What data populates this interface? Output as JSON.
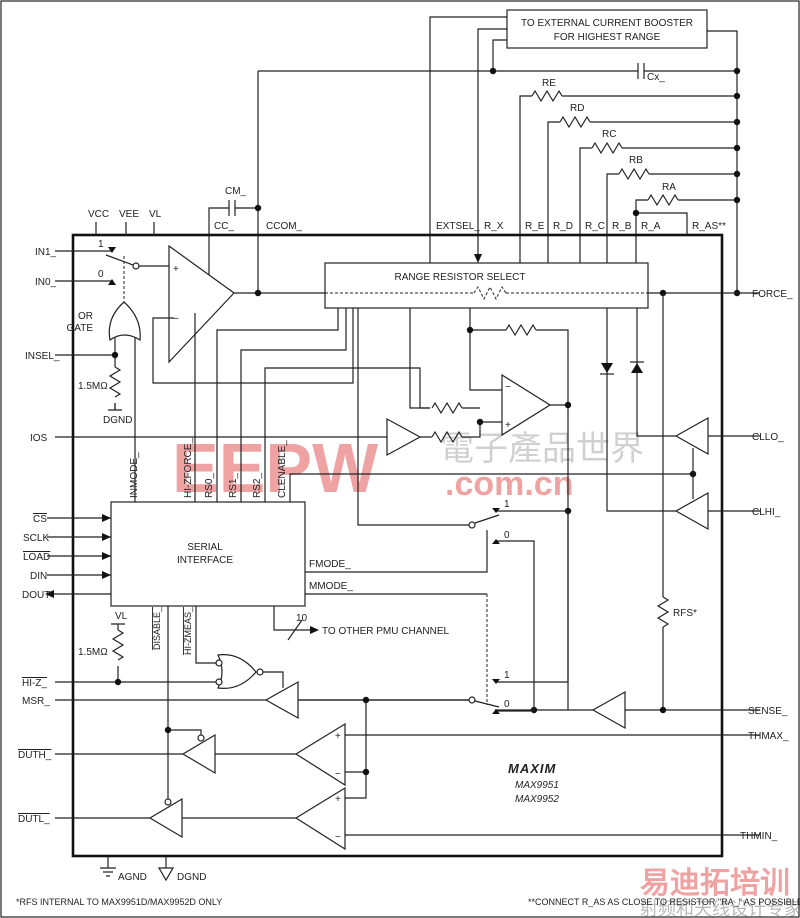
{
  "booster": {
    "line1": "TO EXTERNAL CURRENT BOOSTER",
    "line2": "FOR HIGHEST RANGE"
  },
  "external_components": {
    "cx": "Cx_",
    "re": "RE",
    "rd": "RD",
    "rc": "RC",
    "rb": "RB",
    "ra": "RA",
    "cm": "CM_"
  },
  "top_pins": {
    "vcc": "VCC",
    "vee": "VEE",
    "vl": "VL",
    "cc": "CC_",
    "ccom": "CCOM_",
    "extsel": "EXTSEL_",
    "rx": "R_X",
    "re": "R_E",
    "rd": "R_D",
    "rc": "R_C",
    "rb": "R_B",
    "ra": "R_A",
    "ras": "R_AS**"
  },
  "left_pins": {
    "in1": "IN1_",
    "in0": "IN0_",
    "insel": "INSEL_",
    "ios": "IOS",
    "cs": "CS",
    "sclk": "SCLK",
    "load": "LOAD",
    "din": "DIN",
    "dout": "DOUT",
    "hiz": "HI-Z_",
    "msr": "MSR_",
    "duth": "DUTH_",
    "dutl": "DUTL_"
  },
  "right_pins": {
    "force": "FORCE_",
    "cllo": "CLLO_",
    "clhi": "CLHI_",
    "sense": "SENSE_",
    "thmax": "THMAX_",
    "thmin": "THMIN_"
  },
  "bottom_pins": {
    "agnd": "AGND",
    "dgnd": "DGND"
  },
  "internal": {
    "range_select": "RANGE RESISTOR SELECT",
    "or_gate": [
      "OR",
      "GATE"
    ],
    "res_1m5": "1.5MΩ",
    "dgnd": "DGND",
    "switch_1": "1",
    "switch_0": "0",
    "serial": [
      "SERIAL",
      "INTERFACE"
    ],
    "vertical_signals": [
      "INMODE_",
      "HI-ZFORCE_",
      "RS0_",
      "RS1_",
      "RS2_",
      "CLENABLE_"
    ],
    "fmode": "FMODE_",
    "mmode": "MMODE_",
    "bus_width": "10",
    "other_pmu": "TO OTHER PMU CHANNEL",
    "disable": "DISABLE_",
    "hizmeas": "HI-ZMEAS_",
    "vl": "VL",
    "rfs": "RFS*",
    "plus": "+",
    "minus": "−"
  },
  "brand": {
    "logo": "MAXIM",
    "part1": "MAX9951",
    "part2": "MAX9952"
  },
  "footnotes": {
    "left": "*RFS INTERNAL TO MAX9951D/MAX9952D ONLY",
    "right": "**CONNECT R_AS AS CLOSE TO RESISTOR \"RA_\" AS POSSIBLE."
  },
  "watermarks": {
    "center": "EEPW",
    "center_cn": "電子產品世界",
    "center_domain": ".com.cn",
    "corner": "易迪拓培训",
    "corner_sub": "射频和天线设计专家"
  }
}
